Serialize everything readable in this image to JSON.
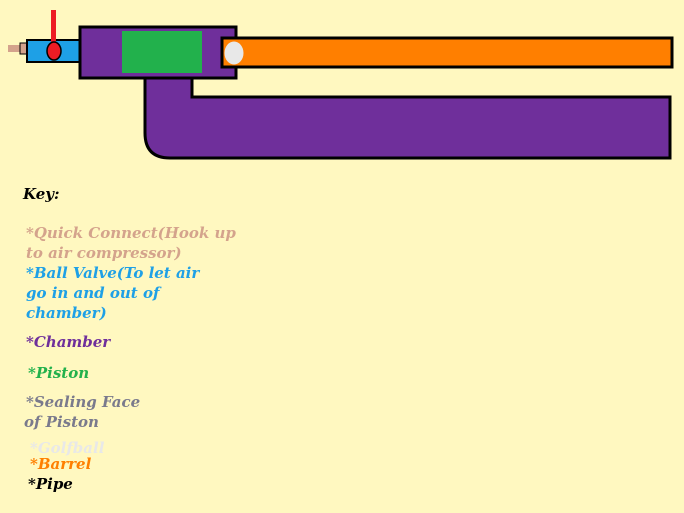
{
  "key": {
    "title": "Key:",
    "items": [
      {
        "id": "quick-connect",
        "lines": [
          "*Quick Connect(Hook up",
          "to air compressor)"
        ],
        "color": "#d4a38c"
      },
      {
        "id": "ball-valve",
        "lines": [
          "*Ball Valve(To let air",
          "go in and out of",
          "chamber)"
        ],
        "color": "#1ea0e6"
      },
      {
        "id": "chamber",
        "lines": [
          "*Chamber"
        ],
        "color": "#6f2f9b"
      },
      {
        "id": "piston",
        "lines": [
          "*Piston"
        ],
        "color": "#22b14c"
      },
      {
        "id": "sealing-face",
        "lines": [
          "*Sealing Face",
          "of Piston"
        ],
        "color": "#7a7a8c"
      },
      {
        "id": "golfball",
        "lines": [
          "*Golfball"
        ],
        "color": "#e8e8e8"
      },
      {
        "id": "barrel",
        "lines": [
          "*Barrel"
        ],
        "color": "#ff7f00"
      },
      {
        "id": "pipe",
        "lines": [
          "*Pipe"
        ],
        "color": "#000000"
      }
    ]
  },
  "colors": {
    "background": "#fff8c0",
    "chamber": "#6f2f9b",
    "piston": "#22b14c",
    "barrel": "#ff7f00",
    "golfball": "#e8e8e8",
    "ball_valve": "#1ea0e6",
    "valve_handle": "#ed1c24",
    "quick_connect": "#d4a38c",
    "outline": "#000000"
  }
}
